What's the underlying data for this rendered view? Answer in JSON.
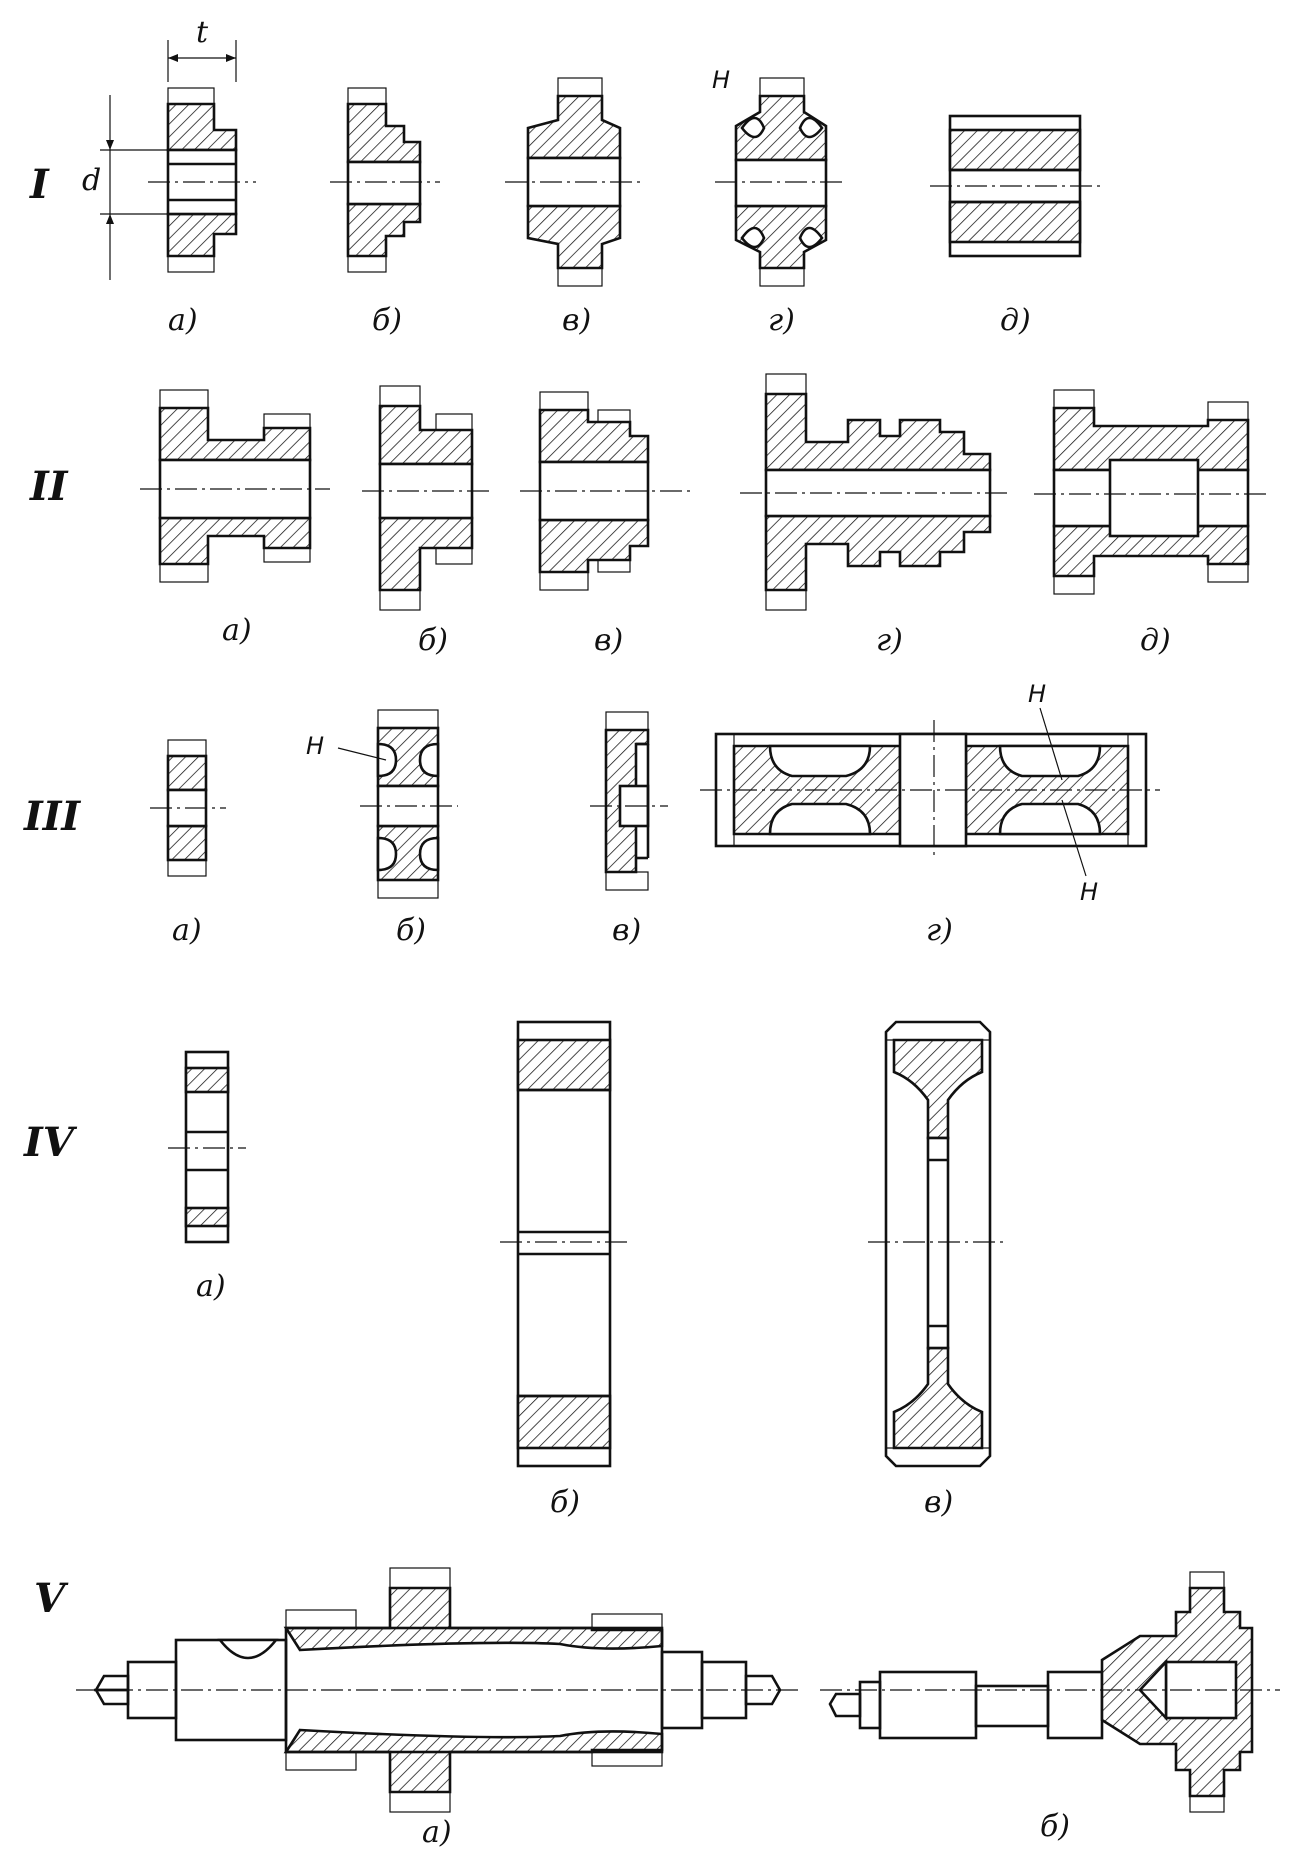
{
  "rows": {
    "I": {
      "numeral": "I",
      "labels": [
        "а)",
        "б)",
        "в)",
        "г)",
        "д)"
      ]
    },
    "II": {
      "numeral": "II",
      "labels": [
        "а)",
        "б)",
        "в)",
        "г)",
        "д)"
      ]
    },
    "III": {
      "numeral": "III",
      "labels": [
        "а)",
        "б)",
        "в)",
        "г)"
      ]
    },
    "IV": {
      "numeral": "IV",
      "labels": [
        "а)",
        "б)",
        "в)"
      ]
    },
    "V": {
      "numeral": "V",
      "labels": [
        "а)",
        "б)"
      ]
    }
  },
  "annotations": {
    "dim_t": "t",
    "dim_d": "d",
    "web_mark": "H"
  }
}
